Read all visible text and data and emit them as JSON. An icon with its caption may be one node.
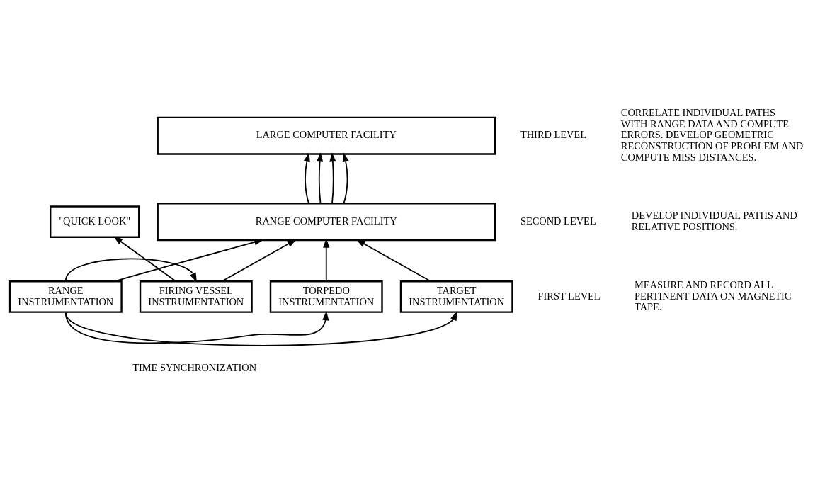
{
  "diagram": {
    "nodes": [
      {
        "text": [
          "LARGE COMPUTER FACILITY"
        ]
      },
      {
        "text": [
          "RANGE COMPUTER FACILITY"
        ]
      },
      {
        "text": [
          "\"QUICK LOOK\""
        ]
      },
      {
        "text": [
          "RANGE INSTRUMENTATION"
        ]
      },
      {
        "text": [
          "FIRING VESSEL INSTRUMENTATION"
        ]
      },
      {
        "text": [
          "TORPEDO INSTRUMENTATION"
        ]
      },
      {
        "text": [
          "TARGET INSTRUMENTATION"
        ]
      }
    ],
    "edges": [
      {
        "from": 3,
        "to": 1,
        "arrow": "to"
      },
      {
        "from": 4,
        "to": 1,
        "arrow": "to"
      },
      {
        "from": 5,
        "to": 1,
        "arrow": "to"
      },
      {
        "from": 6,
        "to": 1,
        "arrow": "to"
      },
      {
        "from": 4,
        "to": 2,
        "arrow": "to"
      },
      {
        "from": 1,
        "to": 0,
        "arrow": "to"
      },
      {
        "from": 1,
        "to": 0,
        "arrow": "to"
      },
      {
        "from": 1,
        "to": 0,
        "arrow": "to"
      },
      {
        "from": 1,
        "to": 0,
        "arrow": "to"
      },
      {
        "from": 3,
        "to": 4,
        "arrow": "to"
      },
      {
        "from": 3,
        "to": 5,
        "arrow": "to"
      },
      {
        "from": 3,
        "to": 6,
        "arrow": "to"
      }
    ],
    "labels": [
      "THIRD LEVEL",
      "CORRELATE INDIVIDUAL PATHS WITH RANGE DATA AND COMPUTE ERRORS. DEVELOP GEOMETRIC RECONSTRUCTION OF PROBLEM AND COMPUTE MISS DISTANCES.",
      "SECOND LEVEL",
      "DEVELOP INDIVIDUAL PATHS AND RELATIVE POSITIONS.",
      "FIRST LEVEL",
      "MEASURE AND RECORD ALL PERTINENT DATA ON MAGNETIC TAPE.",
      "TIME SYNCHRONIZATION"
    ]
  }
}
